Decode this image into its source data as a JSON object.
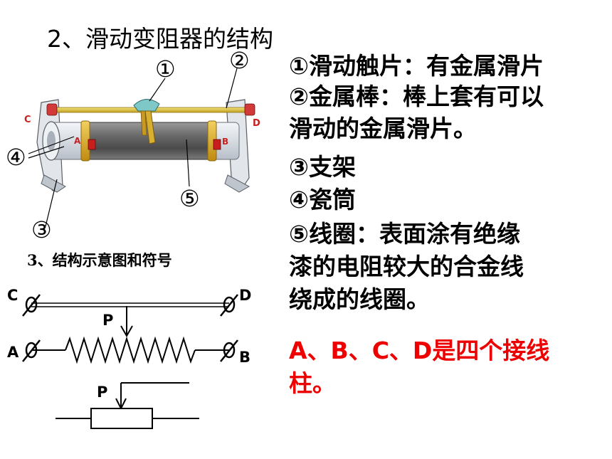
{
  "title": "2、滑动变阻器的结构",
  "photo": {
    "callouts": [
      "①",
      "②",
      "③",
      "④",
      "⑤"
    ],
    "terminals": {
      "C": "C",
      "D": "D",
      "A": "A",
      "B": "B"
    }
  },
  "descriptions": {
    "line1": "①滑动触片：有金属滑片",
    "line2": "②金属棒：棒上套有可以",
    "line3": "滑动的金属滑片。",
    "line4": "③支架",
    "line5": "④瓷筒",
    "line6": "⑤线圈：表面涂有绝缘",
    "line7": "漆的电阻较大的合金线",
    "line8": "绕成的线圈。"
  },
  "terminals_note": {
    "line1": "A、B、C、D是四个接线",
    "line2": "柱。"
  },
  "section3_title": "3、结构示意图和符号",
  "schematic": {
    "C": "C",
    "D": "D",
    "A": "A",
    "B": "B",
    "P": "P"
  },
  "symbol": {
    "P": "P"
  },
  "colors": {
    "text": "#000000",
    "highlight": "#ee0000",
    "cylinder": "#7a7a7a",
    "rod": "#d8c030",
    "porcelain": "#dfe4ea"
  }
}
